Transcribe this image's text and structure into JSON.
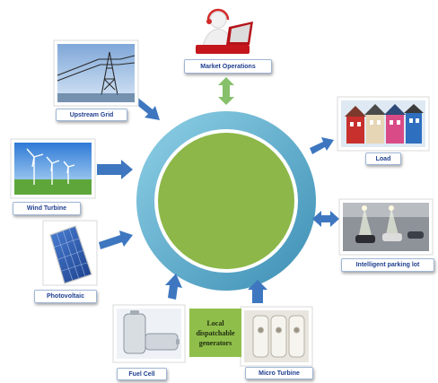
{
  "labels": {
    "market_operations": "Market Operations",
    "upstream_grid": "Upstream Grid",
    "wind_turbine": "Wind Turbine",
    "photovoltaic": "Photovoltaic",
    "fuel_cell": "Fuel Cell",
    "micro_turbine": "Micro Turbine",
    "load": "Load",
    "parking_lot": "Intelligent parking lot",
    "local_generators": "Local dispatchable generators"
  },
  "colors": {
    "hub_fill": "#8db749",
    "hub_ring": "#5aa9c9",
    "arrow": "#3e77c0",
    "local_box": "#8fbf4a",
    "label_text": "#1f3f8f"
  },
  "icons": {
    "market": "operator-with-laptop-icon",
    "upstream": "transmission-tower-icon",
    "wind": "wind-turbine-icon",
    "pv": "solar-panel-icon",
    "fuel": "battery-cell-icon",
    "micro": "micro-turbine-units-icon",
    "load": "houses-icon",
    "parking": "parking-garage-icon"
  }
}
